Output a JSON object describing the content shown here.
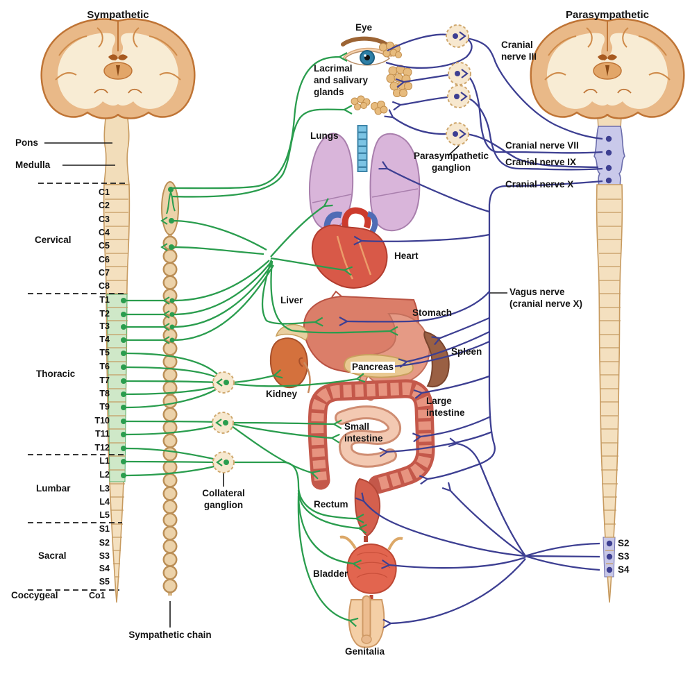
{
  "titles": {
    "sympathetic": "Sympathetic",
    "parasympathetic": "Parasympathetic"
  },
  "brainstem": {
    "pons": "Pons",
    "medulla": "Medulla"
  },
  "spine": {
    "regions": [
      {
        "name": "Cervical",
        "segments": [
          "C1",
          "C2",
          "C3",
          "C4",
          "C5",
          "C6",
          "C7",
          "C8"
        ]
      },
      {
        "name": "Thoracic",
        "segments": [
          "T1",
          "T2",
          "T3",
          "T4",
          "T5",
          "T6",
          "T7",
          "T8",
          "T9",
          "T10",
          "T11",
          "T12"
        ]
      },
      {
        "name": "Lumbar",
        "segments": [
          "L1",
          "L2",
          "L3",
          "L4",
          "L5"
        ]
      },
      {
        "name": "Sacral",
        "segments": [
          "S1",
          "S2",
          "S3",
          "S4",
          "S5"
        ]
      },
      {
        "name": "Coccygeal",
        "segments": [
          "Co1"
        ]
      }
    ]
  },
  "organs": {
    "eye": "Eye",
    "glands_lines": [
      "Lacrimal",
      "and salivary",
      "glands"
    ],
    "lungs": "Lungs",
    "heart": "Heart",
    "liver": "Liver",
    "stomach": "Stomach",
    "spleen": "Spleen",
    "pancreas": "Pancreas",
    "kidney": "Kidney",
    "large_intestine_lines": [
      "Large",
      "intestine"
    ],
    "small_intestine_lines": [
      "Small",
      "intestine"
    ],
    "rectum": "Rectum",
    "bladder": "Bladder",
    "genitalia": "Genitalia"
  },
  "nerves": {
    "cranial_iii_lines": [
      "Cranial",
      "nerve III"
    ],
    "cranial_vii": "Cranial nerve VII",
    "cranial_ix": "Cranial nerve IX",
    "cranial_x": "Cranial nerve X",
    "vagus_lines": [
      "Vagus nerve",
      "(cranial nerve X)"
    ],
    "sacral_segments": [
      "S2",
      "S3",
      "S4"
    ]
  },
  "ganglia": {
    "parasympathetic_lines": [
      "Parasympathetic",
      "ganglion"
    ],
    "collateral_lines": [
      "Collateral",
      "ganglion"
    ],
    "sympathetic_chain": "Sympathetic chain"
  },
  "colors": {
    "sympathetic_nerve": "#2a9d4e",
    "parasympathetic_nerve": "#3d3f92",
    "cord_fill": "#f4e0bf",
    "thoracic_highlight": "#cfe8c8",
    "sacral_highlight": "#c7c7e7",
    "chain_bead": "#ecd2a9"
  }
}
